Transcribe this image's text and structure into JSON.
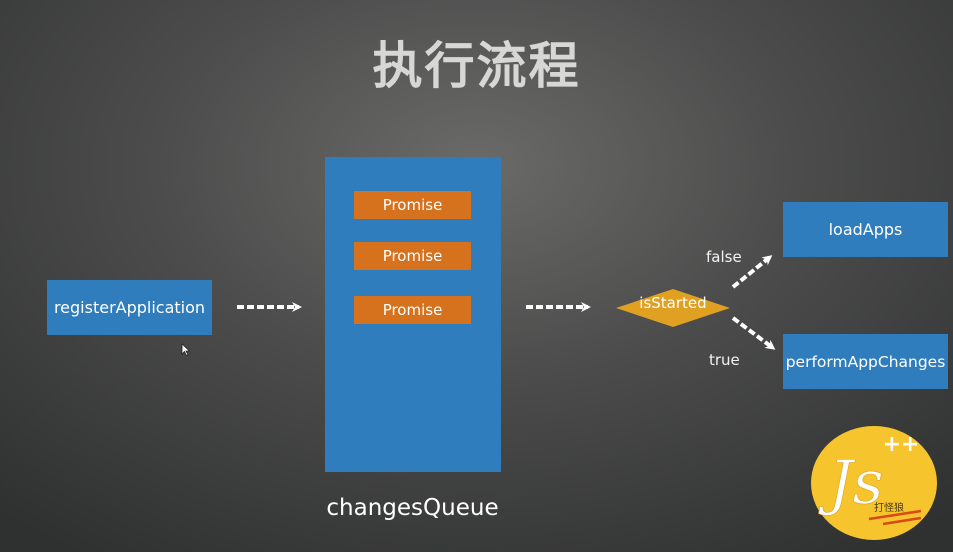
{
  "title": "执行流程",
  "nodes": {
    "register": "registerApplication",
    "queue_label": "changesQueue",
    "promises": [
      "Promise",
      "Promise",
      "Promise"
    ],
    "decision": "isStarted",
    "load_apps": "loadApps",
    "perform_changes": "performAppChanges"
  },
  "edges": {
    "false_label": "false",
    "true_label": "true"
  },
  "logo": {
    "main": "Js",
    "sup": "++",
    "sub": "打怪狼"
  },
  "colors": {
    "blue": "#2f7dbd",
    "orange": "#d6711d",
    "decision": "#e0a022",
    "logo_yellow": "#f6c42c"
  }
}
